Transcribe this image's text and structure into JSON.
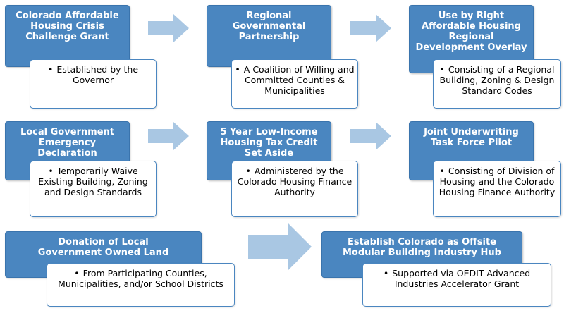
{
  "colors": {
    "card_fill": "#4a86c0",
    "card_border": "#3a74ad",
    "arrow_fill": "#a9c7e3",
    "note_border": "#4a86c0"
  },
  "bullet_char": "•",
  "rows": [
    {
      "steps": [
        {
          "title": "Colorado Affordable Housing Crisis Challenge Grant",
          "detail": "Established by the Governor"
        },
        {
          "title": "Regional Governmental Partnership",
          "detail": "A Coalition of Willing and Committed Counties & Municipalities"
        },
        {
          "title": "Use by Right Affordable Housing Regional Development Overlay",
          "detail": "Consisting of a Regional Building, Zoning & Design Standard Codes"
        }
      ]
    },
    {
      "steps": [
        {
          "title": "Local Government Emergency Declaration",
          "detail": "Temporarily Waive Existing Building, Zoning and Design Standards"
        },
        {
          "title": "5 Year Low-Income Housing Tax Credit Set Aside",
          "detail": "Administered by the Colorado Housing Finance Authority"
        },
        {
          "title": "Joint Underwriting Task Force Pilot",
          "detail": "Consisting of Division of Housing and the Colorado Housing Finance Authority"
        }
      ]
    },
    {
      "steps": [
        {
          "title": "Donation of Local Government Owned Land",
          "detail": "From Participating Counties, Municipalities, and/or School Districts"
        },
        {
          "title": "Establish Colorado as Offsite Modular Building Industry Hub",
          "detail": "Supported via OEDIT Advanced Industries Accelerator Grant"
        }
      ]
    }
  ]
}
